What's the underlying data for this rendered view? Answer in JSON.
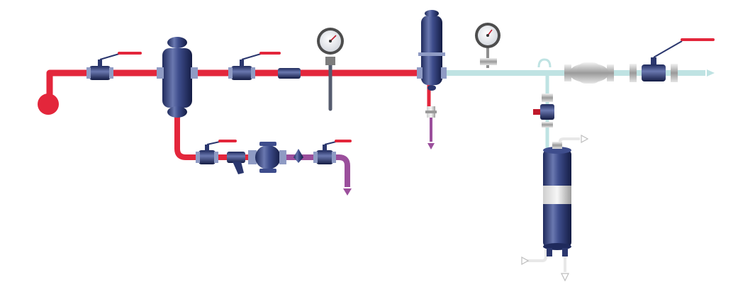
{
  "diagram": {
    "kind": "piping-schematic",
    "lines": {
      "hot": {
        "color": "#e3263b",
        "label": ""
      },
      "drain": {
        "color": "#9b4f9c",
        "label": ""
      },
      "cold": {
        "color": "#bfe3e3",
        "label": ""
      }
    },
    "components": [
      {
        "id": "inlet-cap",
        "icon": "circle-cap"
      },
      {
        "id": "ball-valve-1",
        "icon": "ball-valve"
      },
      {
        "id": "separator-vessel",
        "icon": "vessel"
      },
      {
        "id": "ball-valve-2",
        "icon": "ball-valve"
      },
      {
        "id": "pipe-coupling",
        "icon": "coupling"
      },
      {
        "id": "thermometer",
        "icon": "dial-thermometer"
      },
      {
        "id": "receiver-vessel",
        "icon": "vessel"
      },
      {
        "id": "pressure-gauge",
        "icon": "dial-gauge"
      },
      {
        "id": "flow-meter",
        "icon": "meter-body"
      },
      {
        "id": "ball-valve-3",
        "icon": "ball-valve"
      },
      {
        "id": "branch-valve",
        "icon": "needle-valve"
      },
      {
        "id": "sample-cooler",
        "icon": "cooler-cylinder"
      },
      {
        "id": "trap-line-valve-a",
        "icon": "ball-valve"
      },
      {
        "id": "strainer",
        "icon": "y-strainer"
      },
      {
        "id": "steam-trap",
        "icon": "trap"
      },
      {
        "id": "sight-glass",
        "icon": "sight-glass"
      },
      {
        "id": "trap-line-valve-b",
        "icon": "ball-valve"
      }
    ],
    "labels": []
  }
}
